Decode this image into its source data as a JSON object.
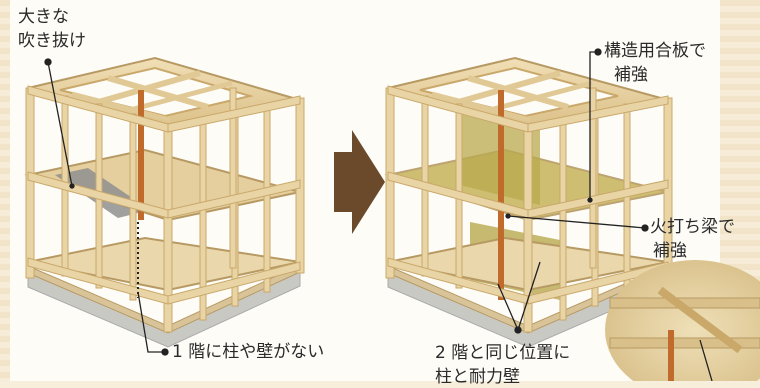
{
  "labels": {
    "big_void_line1": "大きな",
    "big_void_line2": "吹き抜け",
    "no_columns_walls": "1 階に柱や壁がない",
    "plywood_line1": "構造用合板で",
    "plywood_line2": "補強",
    "fire_beam_line1": "火打ち梁で",
    "fire_beam_line2": "補強",
    "same_position_line1": "2 階と同じ位置に",
    "same_position_line2": "柱と耐力壁"
  },
  "colors": {
    "wood": "#e9d4a6",
    "wood_dark": "#c9a86a",
    "column": "#c06a2b",
    "plywood": "#b8a94e",
    "base": "#c9c9c4",
    "arrow": "#6b4a2c",
    "void": "#8f8f8f"
  }
}
